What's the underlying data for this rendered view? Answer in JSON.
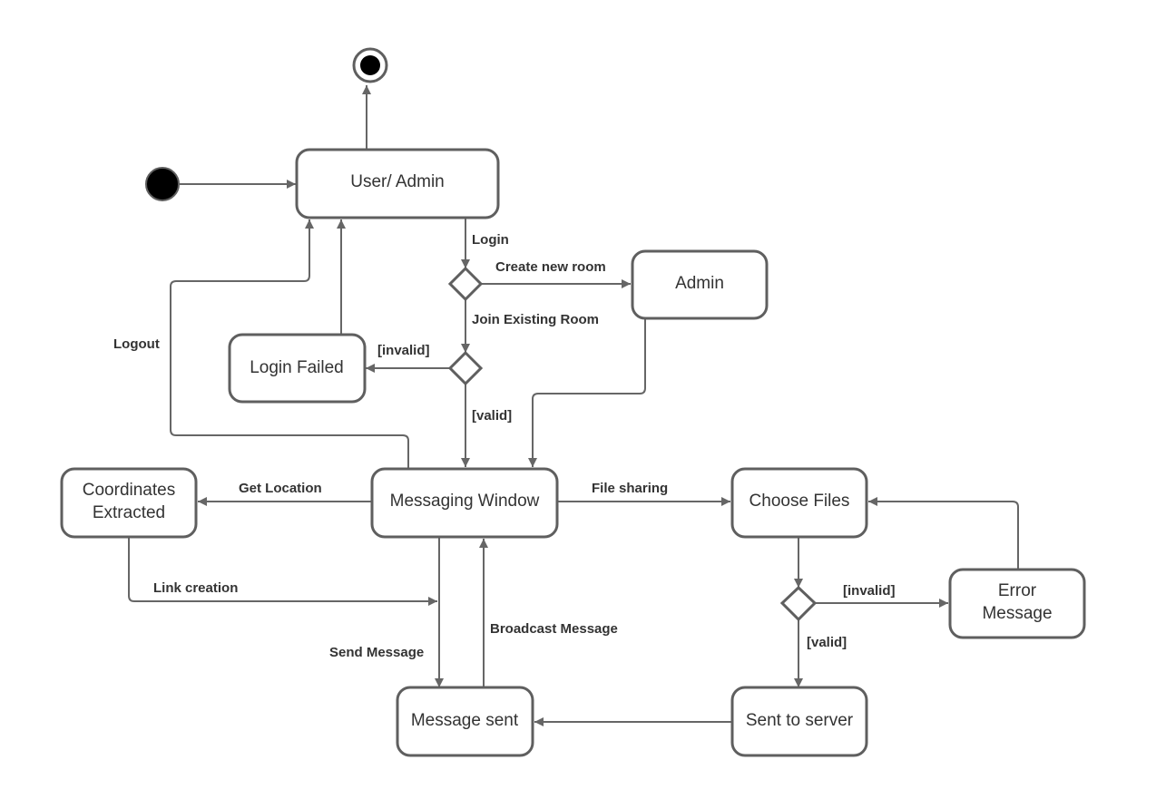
{
  "states": {
    "user_admin": "User/ Admin",
    "admin": "Admin",
    "login_failed": "Login Failed",
    "coordinates_line1": "Coordinates",
    "coordinates_line2": "Extracted",
    "messaging_window": "Messaging Window",
    "choose_files": "Choose Files",
    "error_line1": "Error",
    "error_line2": "Message",
    "message_sent": "Message sent",
    "sent_to_server": "Sent to server"
  },
  "transitions": {
    "login": "Login",
    "create_new_room": "Create new room",
    "join_existing_room": "Join Existing Room",
    "invalid_login": "[invalid]",
    "valid_login": "[valid]",
    "logout": "Logout",
    "get_location": "Get Location",
    "file_sharing": "File sharing",
    "link_creation": "Link creation",
    "send_message": "Send Message",
    "broadcast_message": "Broadcast Message",
    "invalid_file": "[invalid]",
    "valid_file": "[valid]"
  },
  "colors": {
    "stroke": "#5f5f5f",
    "node_fill": "#000000",
    "background": "#ffffff"
  }
}
